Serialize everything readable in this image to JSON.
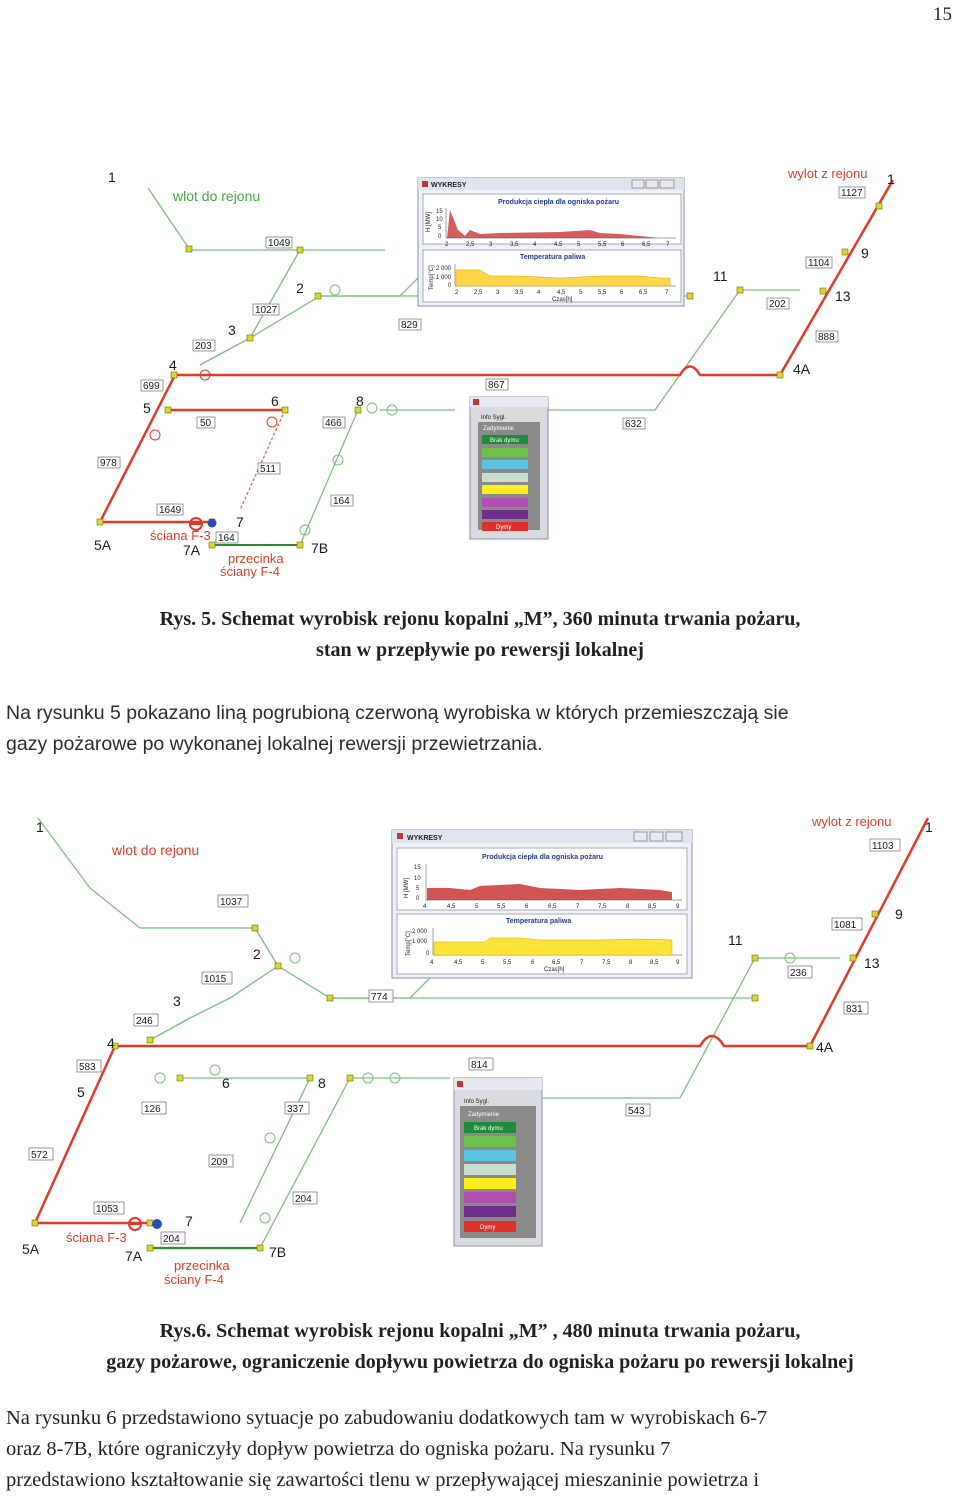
{
  "page_number": "15",
  "figure1": {
    "wlot": "wlot do rejonu",
    "wylot": "wylot z rejonu",
    "nodes": {
      "n1a": "1",
      "n1b": "1",
      "n2": "2",
      "n3": "3",
      "n4": "4",
      "n4A": "4A",
      "n5": "5",
      "n5A": "5A",
      "n6": "6",
      "n7": "7",
      "n7A": "7A",
      "n7B": "7B",
      "n8": "8",
      "n9": "9",
      "n11": "11",
      "n13": "13"
    },
    "tags": {
      "t1049": "1049",
      "t1027": "1027",
      "t203": "203",
      "t829": "829",
      "t699": "699",
      "t867": "867",
      "t50": "50",
      "t466": "466",
      "t632": "632",
      "t978": "978",
      "t511": "511",
      "t164a": "164",
      "t1649": "1649",
      "t164b": "164",
      "t1127": "1127",
      "t1104": "1104",
      "t202": "202",
      "t888": "888"
    },
    "sciana": "ściana F-3",
    "przecinka1": "przecinka",
    "przecinka2": "ściany  F-4",
    "window_title": "WYKRESY",
    "chart1_title": "Produkcja ciepła dla ogniska pożaru",
    "chart1_ylabel": "H [MW]",
    "chart1_yticks": [
      "15",
      "10",
      "5",
      "0"
    ],
    "chart1_xticks": [
      "2",
      "2,5",
      "3",
      "3,5",
      "4",
      "4,5",
      "5",
      "5,5",
      "6",
      "6,5",
      "7"
    ],
    "chart2_title": "Temperatura paliwa",
    "chart2_ylabel": "Temp[°C]",
    "chart2_yticks": [
      "2 000",
      "1 000",
      "0"
    ],
    "chart2_xticks": [
      "2",
      "2,5",
      "3",
      "3,5",
      "4",
      "4,5",
      "5",
      "5,5",
      "6",
      "6,5",
      "7"
    ],
    "chart2_xlabel": "Czas[h]",
    "legend_title": "Info Sygl.",
    "legend_sub": "Zadymienie",
    "legend_top": "Brak dymu",
    "legend_bottom": "Dymy",
    "legend_colors": [
      "#1e8a3a",
      "#6bbf4a",
      "#5bc4e0",
      "#c8dfcf",
      "#ffef1a",
      "#b04fb0",
      "#6d2f8a",
      "#e0302b"
    ]
  },
  "caption1_line1": "Rys. 5. Schemat wyrobisk rejonu kopalni „M”, 360 minuta trwania pożaru,",
  "caption1_line2": "stan w przepływie po rewersji lokalnej",
  "para1_line1": "Na rysunku 5 pokazano liną pogrubioną czerwoną wyrobiska w których przemieszczają sie",
  "para1_line2": "gazy pożarowe po wykonanej lokalnej rewersji przewietrzania.",
  "figure2": {
    "wlot": "wlot do rejonu",
    "wylot": "wylot z rejonu",
    "nodes": {
      "n1a": "1",
      "n1b": "1",
      "n2": "2",
      "n3": "3",
      "n4": "4",
      "n4A": "4A",
      "n5": "5",
      "n5A": "5A",
      "n6": "6",
      "n7": "7",
      "n7A": "7A",
      "n7B": "7B",
      "n8": "8",
      "n9": "9",
      "n11": "11",
      "n13": "13"
    },
    "tags": {
      "t1037": "1037",
      "t1015": "1015",
      "t246": "246",
      "t774": "774",
      "t583": "583",
      "t814": "814",
      "t126": "126",
      "t337": "337",
      "t543": "543",
      "t572": "572",
      "t209": "209",
      "t204a": "204",
      "t1053": "1053",
      "t204b": "204",
      "t1103": "1103",
      "t1081": "1081",
      "t236": "236",
      "t831": "831"
    },
    "sciana": "ściana F-3",
    "przecinka1": "przecinka",
    "przecinka2": "ściany  F-4",
    "window_title": "WYKRESY",
    "chart1_title": "Produkcja ciepła dla ogniska pożaru",
    "chart1_ylabel": "H [MW]",
    "chart1_yticks": [
      "15",
      "10",
      "5",
      "0"
    ],
    "chart1_xticks": [
      "4",
      "4,5",
      "5",
      "5,5",
      "6",
      "6,5",
      "7",
      "7,5",
      "8",
      "8,5",
      "9"
    ],
    "chart2_title": "Temperatura paliwa",
    "chart2_ylabel": "Temp[°C]",
    "chart2_yticks": [
      "2 000",
      "1 000",
      "0"
    ],
    "chart2_xticks": [
      "4",
      "4,5",
      "5",
      "5,5",
      "6",
      "6,5",
      "7",
      "7,5",
      "8",
      "8,5",
      "9"
    ],
    "chart2_xlabel": "Czas[h]",
    "legend_title": "Info Sygl.",
    "legend_sub": "Zadymienie",
    "legend_top": "Brak dymu",
    "legend_bottom": "Dymy",
    "legend_colors": [
      "#1e8a3a",
      "#6bbf4a",
      "#5bc4e0",
      "#c8dfcf",
      "#ffef1a",
      "#b04fb0",
      "#6d2f8a",
      "#e0302b"
    ]
  },
  "caption2_line1": "Rys.6. Schemat wyrobisk rejonu kopalni „M” , 480 minuta trwania pożaru,",
  "caption2_line2": "gazy pożarowe,  ograniczenie dopływu powietrza do ogniska pożaru po rewersji lokalnej",
  "para2_line1": "Na rysunku 6 przedstawiono sytuacje po zabudowaniu dodatkowych tam w wyrobiskach 6-7",
  "para2_line2": "oraz 8-7B, które ograniczyły dopływ powietrza do ogniska pożaru. Na rysunku 7",
  "para2_line3": "przedstawiono kształtowanie się zawartości tlenu w przepływającej mieszaninie powietrza i"
}
